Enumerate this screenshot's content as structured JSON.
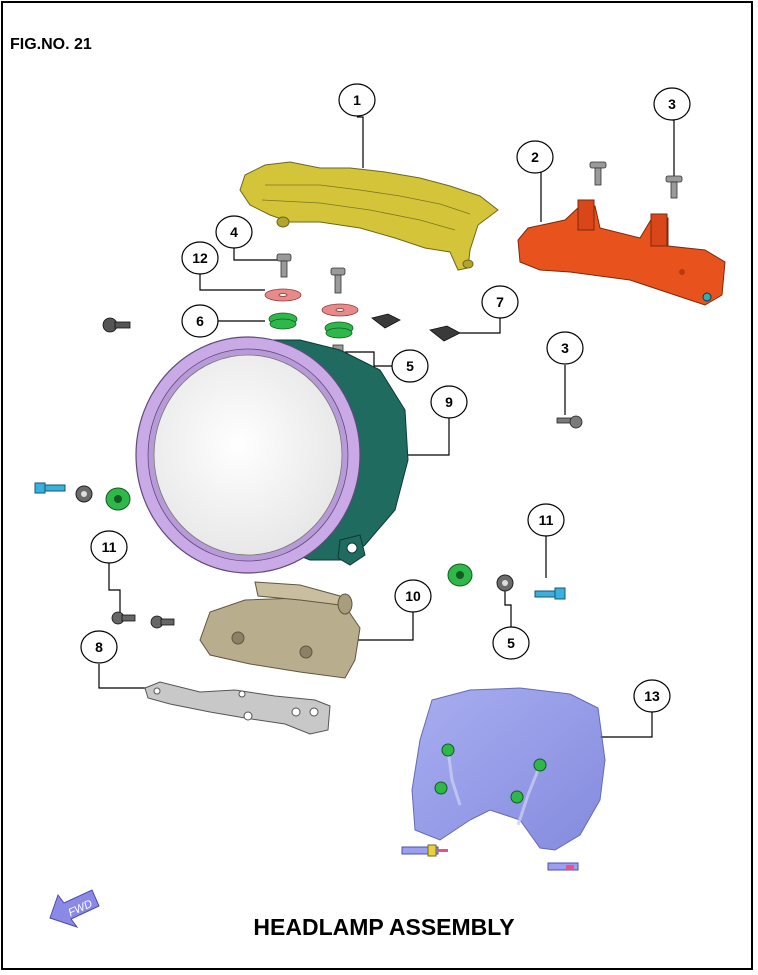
{
  "figure_number": "FIG.NO. 21",
  "title": "HEADLAMP ASSEMBLY",
  "fwd_label": "FWD",
  "callouts": [
    {
      "id": "c1",
      "label": "1"
    },
    {
      "id": "c2",
      "label": "2"
    },
    {
      "id": "c3a",
      "label": "3"
    },
    {
      "id": "c3b",
      "label": "3"
    },
    {
      "id": "c4",
      "label": "4"
    },
    {
      "id": "c12",
      "label": "12"
    },
    {
      "id": "c6",
      "label": "6"
    },
    {
      "id": "c5a",
      "label": "5"
    },
    {
      "id": "c7",
      "label": "7"
    },
    {
      "id": "c9",
      "label": "9"
    },
    {
      "id": "c11a",
      "label": "11"
    },
    {
      "id": "c11b",
      "label": "11"
    },
    {
      "id": "c10",
      "label": "10"
    },
    {
      "id": "c5b",
      "label": "5"
    },
    {
      "id": "c8",
      "label": "8"
    },
    {
      "id": "c13",
      "label": "13"
    }
  ],
  "colors": {
    "part1_bracket": "#d4c43a",
    "part2_bracket": "#e8521d",
    "headlamp_shell": "#1f6b60",
    "headlamp_rim": "#c9a9e6",
    "lens": "#f2f2f2",
    "grommet": "#2fb84a",
    "washer": "#e88a8a",
    "blue_bolt": "#3ab0e0",
    "part10_bracket": "#b8ad8c",
    "part8_plate": "#c8c8c8",
    "visor": "#7f86e0",
    "fwd_arrow": "#8a8ae6"
  }
}
